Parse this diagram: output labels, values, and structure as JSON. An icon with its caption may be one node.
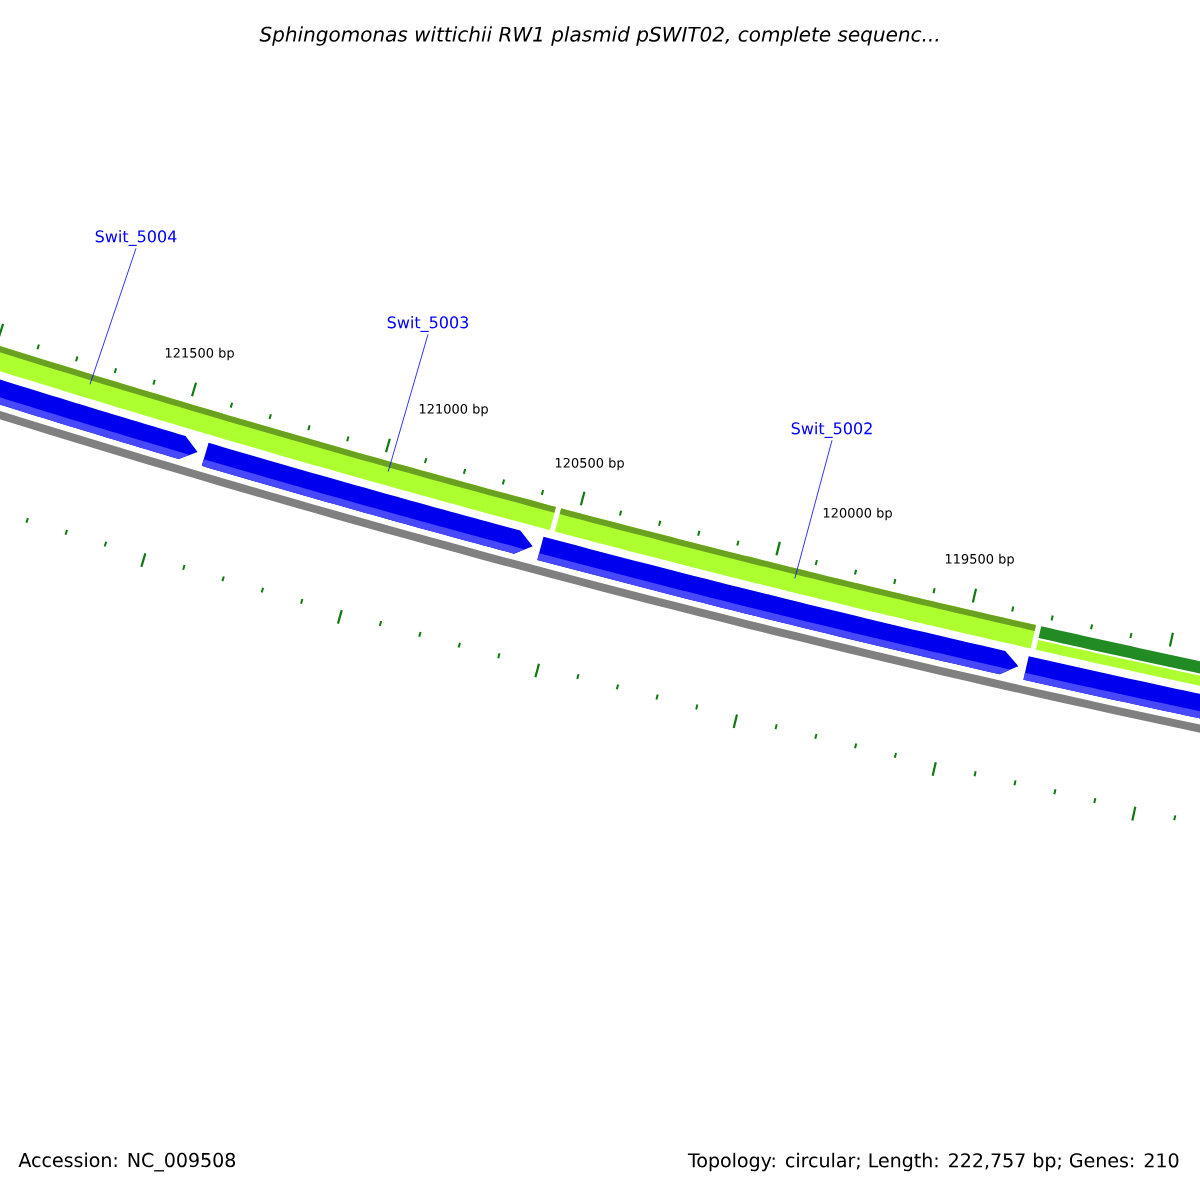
{
  "diagram": {
    "title": "Sphingomonas wittichii RW1 plasmid pSWIT02, complete sequenc...",
    "nodes": [
      {
        "text": [
          "Swit_5004"
        ]
      },
      {
        "text": [
          "Swit_5003"
        ]
      },
      {
        "text": [
          "Swit_5002"
        ]
      },
      {
        "text": [],
        "shape": "bar"
      },
      {
        "text": [],
        "shape": "bar"
      },
      {
        "text": [],
        "shape": "bar"
      },
      {
        "text": [],
        "shape": "bar"
      }
    ],
    "edges": [
      {
        "from": 0,
        "to": 3,
        "arrow": "none"
      },
      {
        "from": 1,
        "to": 4,
        "arrow": "none"
      },
      {
        "from": 2,
        "to": 5,
        "arrow": "none"
      }
    ],
    "labels": [
      "121500 bp",
      "121000 bp",
      "120500 bp",
      "120000 bp",
      "119500 bp",
      "Accession: NC_009508",
      "Topology: circular; Length: 222,757 bp; Genes: 210"
    ]
  }
}
